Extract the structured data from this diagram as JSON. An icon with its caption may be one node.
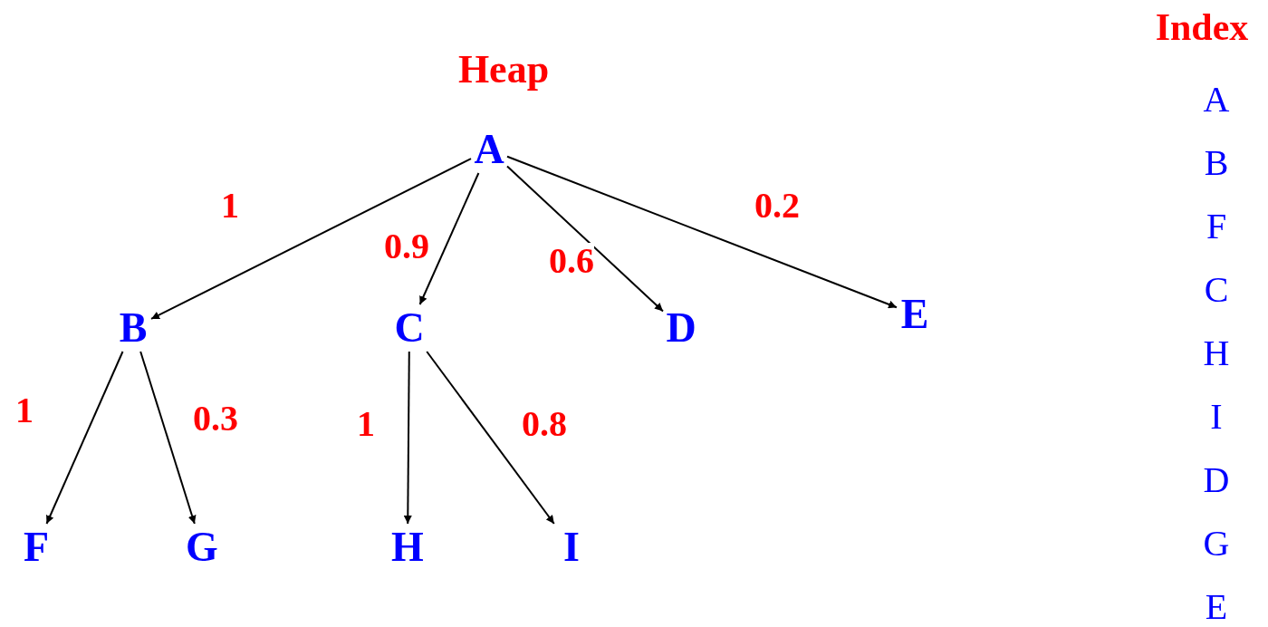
{
  "diagram": {
    "title": "Heap",
    "nodes": [
      {
        "text": [
          "A"
        ]
      },
      {
        "text": [
          "B"
        ]
      },
      {
        "text": [
          "C"
        ]
      },
      {
        "text": [
          "D"
        ]
      },
      {
        "text": [
          "E"
        ]
      },
      {
        "text": [
          "F"
        ]
      },
      {
        "text": [
          "G"
        ]
      },
      {
        "text": [
          "H"
        ]
      },
      {
        "text": [
          "I"
        ]
      }
    ],
    "edges": [
      {
        "from": 0,
        "to": 1,
        "arrow": "to",
        "label": "1"
      },
      {
        "from": 0,
        "to": 2,
        "arrow": "to",
        "label": "0.9"
      },
      {
        "from": 0,
        "to": 3,
        "arrow": "to",
        "label": "0.6"
      },
      {
        "from": 0,
        "to": 4,
        "arrow": "to",
        "label": "0.2"
      },
      {
        "from": 1,
        "to": 5,
        "arrow": "to",
        "label": "1"
      },
      {
        "from": 1,
        "to": 6,
        "arrow": "to",
        "label": "0.3"
      },
      {
        "from": 2,
        "to": 7,
        "arrow": "to",
        "label": "1"
      },
      {
        "from": 2,
        "to": 8,
        "arrow": "to",
        "label": "0.8"
      }
    ],
    "labels": [
      "Index",
      "A",
      "B",
      "F",
      "C",
      "H",
      "I",
      "D",
      "G",
      "E"
    ]
  }
}
